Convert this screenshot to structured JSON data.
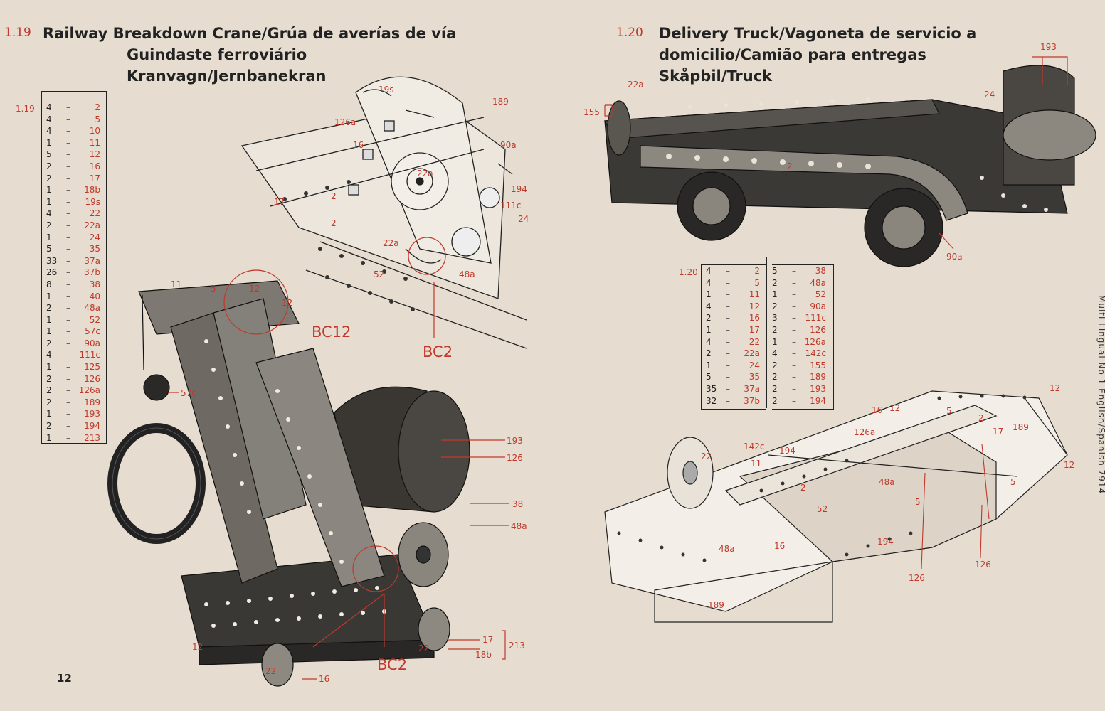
{
  "left": {
    "section": "1.19",
    "title_lines": [
      "Railway Breakdown Crane/Grúa de averías de vía",
      "Guindaste ferroviário",
      "Kranvagn/Jernbanekran"
    ],
    "table_label": "1.19",
    "parts": [
      [
        "4",
        "2"
      ],
      [
        "4",
        "5"
      ],
      [
        "4",
        "10"
      ],
      [
        "1",
        "11"
      ],
      [
        "5",
        "12"
      ],
      [
        "2",
        "16"
      ],
      [
        "2",
        "17"
      ],
      [
        "1",
        "18b"
      ],
      [
        "1",
        "19s"
      ],
      [
        "4",
        "22"
      ],
      [
        "2",
        "22a"
      ],
      [
        "1",
        "24"
      ],
      [
        "5",
        "35"
      ],
      [
        "33",
        "37a"
      ],
      [
        "26",
        "37b"
      ],
      [
        "8",
        "38"
      ],
      [
        "1",
        "40"
      ],
      [
        "2",
        "48a"
      ],
      [
        "1",
        "52"
      ],
      [
        "1",
        "57c"
      ],
      [
        "2",
        "90a"
      ],
      [
        "4",
        "111c"
      ],
      [
        "1",
        "125"
      ],
      [
        "2",
        "126"
      ],
      [
        "2",
        "126a"
      ],
      [
        "2",
        "189"
      ],
      [
        "1",
        "193"
      ],
      [
        "2",
        "194"
      ],
      [
        "1",
        "213"
      ]
    ],
    "labels": {
      "l19s": "19s",
      "l189": "189",
      "l126a": "126a",
      "l16": "16",
      "l90a": "90a",
      "l22a": "22a",
      "l17": "17",
      "l2a": "2",
      "l2b": "2",
      "l194": "194",
      "l111c": "111c",
      "l24": "24",
      "l22a2": "22a",
      "l52": "52",
      "l48a": "48a",
      "bc12": "BC12",
      "bc2a": "BC2",
      "l11": "11",
      "l5": "5",
      "l12a": "12",
      "l12b": "12",
      "l57c": "57c",
      "l193": "193",
      "l126": "126",
      "l38": "38",
      "l48a2": "48a",
      "l12c": "12",
      "l22": "22",
      "l22b": "22",
      "l17b": "17",
      "l18b": "18b",
      "l213": "213",
      "l16b": "16",
      "bc2b": "BC2"
    },
    "page_number": "12"
  },
  "right": {
    "section": "1.20",
    "title_lines": [
      "Delivery Truck/Vagoneta de servicio a",
      "domicilio/Camião para entregas",
      "Skåpbil/Truck"
    ],
    "table_label": "1.20",
    "parts_col1": [
      [
        "4",
        "2"
      ],
      [
        "4",
        "5"
      ],
      [
        "1",
        "11"
      ],
      [
        "4",
        "12"
      ],
      [
        "2",
        "16"
      ],
      [
        "1",
        "17"
      ],
      [
        "4",
        "22"
      ],
      [
        "2",
        "22a"
      ],
      [
        "1",
        "24"
      ],
      [
        "5",
        "35"
      ],
      [
        "35",
        "37a"
      ],
      [
        "32",
        "37b"
      ]
    ],
    "parts_col2": [
      [
        "5",
        "38"
      ],
      [
        "2",
        "48a"
      ],
      [
        "1",
        "52"
      ],
      [
        "2",
        "90a"
      ],
      [
        "3",
        "111c"
      ],
      [
        "2",
        "126"
      ],
      [
        "1",
        "126a"
      ],
      [
        "4",
        "142c"
      ],
      [
        "2",
        "155"
      ],
      [
        "2",
        "189"
      ],
      [
        "2",
        "193"
      ],
      [
        "2",
        "194"
      ]
    ],
    "labels": {
      "r193": "193",
      "r22a": "22a",
      "r24": "24",
      "r155": "155",
      "r2": "2",
      "r90a": "90a",
      "r16": "16",
      "r12a": "12",
      "r5a": "5",
      "r2b": "2",
      "r12b": "12",
      "r126a": "126a",
      "r17": "17",
      "r189": "189",
      "r142c": "142c",
      "r194": "194",
      "r22": "22",
      "r11": "11",
      "r2c": "2",
      "r48a": "48a",
      "r52": "52",
      "r5b": "5",
      "r12c": "12",
      "r5c": "5",
      "r16b": "16",
      "r48a2": "48a",
      "r194b": "194",
      "r126b": "126",
      "r126c": "126",
      "r189b": "189"
    },
    "side_text": "Multi Lingual No 1 English/Spanish 7914"
  }
}
